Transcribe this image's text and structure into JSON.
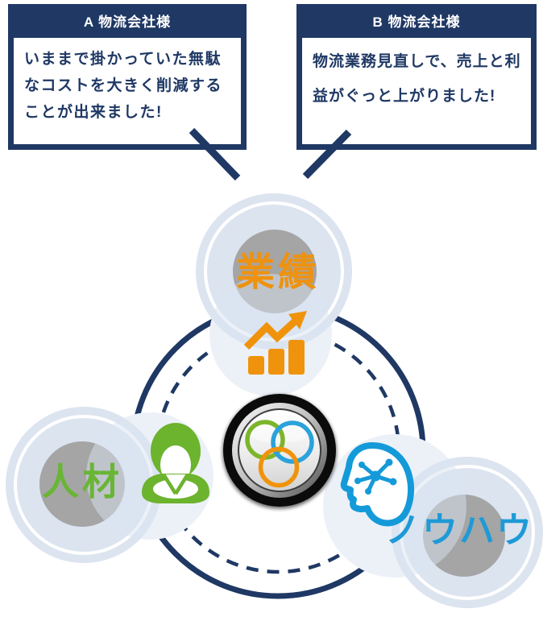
{
  "palette": {
    "navy": "#1F3864",
    "orange": "#F0930C",
    "orange_text": "#EE9211",
    "green": "#6CB32E",
    "green_text": "#69B536",
    "blue": "#149AD9",
    "blue_text": "#1E9AD6",
    "satellite_fill": "#DCE4F0",
    "inner_gray": "#A5A5A5"
  },
  "callout_a": {
    "title": "A 物流会社様",
    "lines": [
      "いままで掛かっていた無駄",
      "なコストを大きく削減する",
      "ことが出来ました!"
    ]
  },
  "callout_b": {
    "title": "B 物流会社様",
    "lines": [
      "物流業務見直しで、売上と利",
      "益がぐっと上がりました!"
    ]
  },
  "diagram": {
    "top_label": "業績",
    "left_label": "人材",
    "right_label": "ノウハウ",
    "icons": {
      "top": "bar-chart-growth-arrow-icon",
      "left": "person-icon",
      "right": "head-knowledge-icon",
      "center": "three-interlocking-rings-button"
    }
  }
}
